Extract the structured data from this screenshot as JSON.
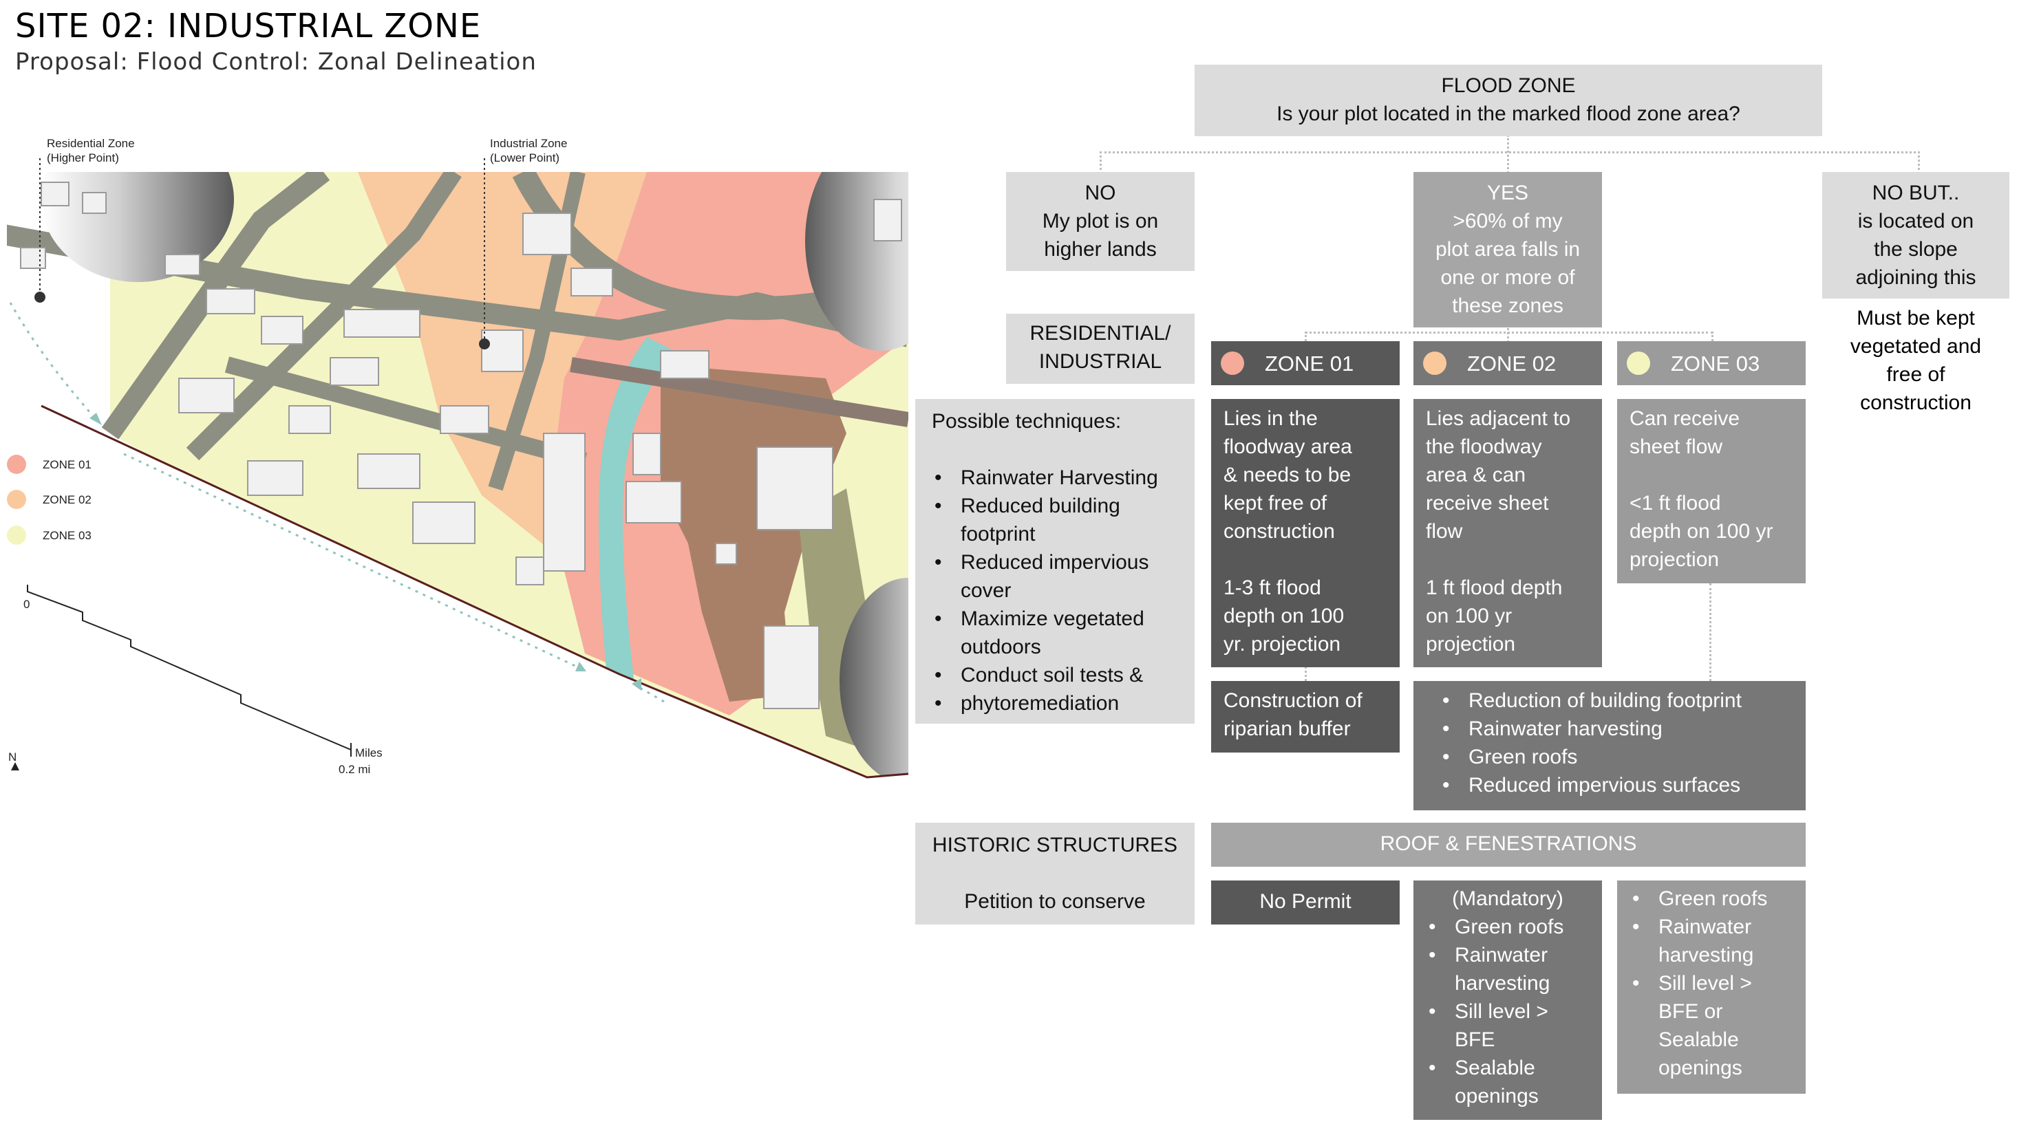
{
  "header": {
    "title": "SITE 02: INDUSTRIAL ZONE",
    "subtitle": "Proposal: Flood Control: Zonal Delineation"
  },
  "map": {
    "residential_label": [
      "Residential Zone",
      "(Higher Point)"
    ],
    "industrial_label": [
      "Industrial Zone",
      "(Lower Point)"
    ],
    "legend": [
      {
        "label": "ZONE 01",
        "color": "#f5aa9a"
      },
      {
        "label": "ZONE 02",
        "color": "#f9c99c"
      },
      {
        "label": "ZONE 03",
        "color": "#f4f5be"
      }
    ],
    "scale_start": "0",
    "scale_unit": "Miles",
    "scale_value": "0.2 mi",
    "north": "N"
  },
  "chart": {
    "flood_zone": [
      "FLOOD ZONE",
      "Is your plot located in the marked flood zone area?"
    ],
    "no": [
      "NO",
      "My plot is on",
      "higher lands"
    ],
    "yes": [
      "YES",
      ">60% of my",
      "plot area falls in",
      "one or more of",
      "these zones"
    ],
    "no_but": [
      "NO BUT..",
      "is located on",
      "the slope",
      "adjoining this"
    ],
    "no_but_note": [
      "Must be kept",
      "vegetated and",
      "free of",
      "construction"
    ],
    "residential": [
      "RESIDENTIAL/",
      "INDUSTRIAL"
    ],
    "techniques_title": "Possible techniques:",
    "techniques": [
      "Rainwater Harvesting",
      " Reduced building footprint",
      " Reduced impervious cover",
      " Maximize vegetated outdoors",
      "Conduct soil tests &",
      "phytoremediation"
    ],
    "zones": [
      {
        "label": "ZONE 01",
        "color": "#f5aa9a"
      },
      {
        "label": "ZONE 02",
        "color": "#f9c99c"
      },
      {
        "label": "ZONE 03",
        "color": "#f4f5be"
      }
    ],
    "zone01_desc": [
      "Lies in the",
      "floodway area",
      "& needs to be",
      "kept free of",
      "construction",
      "",
      "1-3 ft flood",
      "depth on 100",
      "yr. projection"
    ],
    "zone02_desc": [
      "Lies adjacent to",
      "the floodway",
      "area & can",
      "receive sheet",
      "flow",
      "",
      "1 ft flood depth",
      "on 100 yr",
      "projection"
    ],
    "zone03_desc": [
      "Can receive",
      "sheet flow",
      "",
      "<1 ft flood",
      "depth on 100 yr",
      "projection"
    ],
    "riparian": [
      "Construction of",
      "riparian buffer"
    ],
    "reduction_items": [
      "Reduction of building footprint",
      "Rainwater harvesting",
      "Green roofs",
      "Reduced impervious surfaces"
    ],
    "historic": [
      "HISTORIC STRUCTURES",
      "Petition to conserve"
    ],
    "roof": "ROOF & FENESTRATIONS",
    "no_permit": "No Permit",
    "mandatory_title": "(Mandatory)",
    "mandatory_items": [
      "Green roofs",
      "Rainwater harvesting",
      "Sill level > BFE",
      "Sealable openings"
    ],
    "zone3_items": [
      "Green roofs",
      "Rainwater harvesting",
      "Sill level > BFE or Sealable openings"
    ]
  }
}
